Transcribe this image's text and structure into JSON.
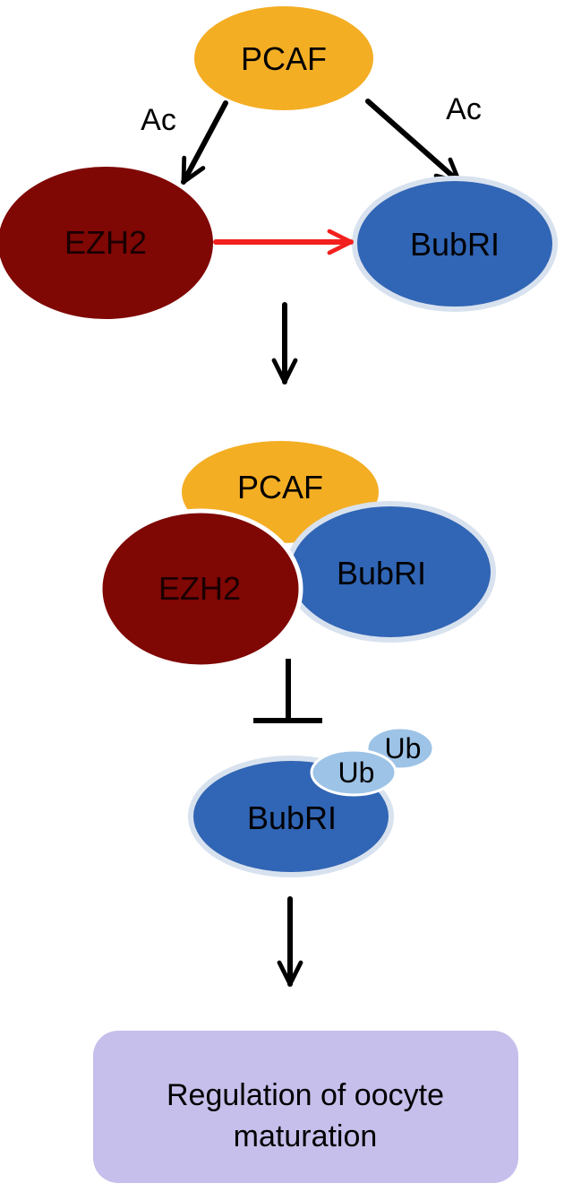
{
  "colors": {
    "pcaf": "#F4AE24",
    "ezh2": "#7F0704",
    "bubr1": "#3165B5",
    "ub": "#9DC3E6",
    "arrow": "#000000",
    "red_arrow": "#F2201E",
    "outcome_box": "#C6BFEB"
  },
  "top": {
    "pcaf_label": "PCAF",
    "ezh2_label": "EZH2",
    "bubr1_label": "BubRI",
    "ac_left": "Ac",
    "ac_right": "Ac"
  },
  "complex": {
    "pcaf_label": "PCAF",
    "ezh2_label": "EZH2",
    "bubr1_label": "BubRI"
  },
  "ubiquitinated": {
    "bubr1_label": "BubRI",
    "ub_1": "Ub",
    "ub_2": "Ub"
  },
  "outcome": {
    "line_1": "Regulation of oocyte",
    "line_2": "maturation"
  }
}
